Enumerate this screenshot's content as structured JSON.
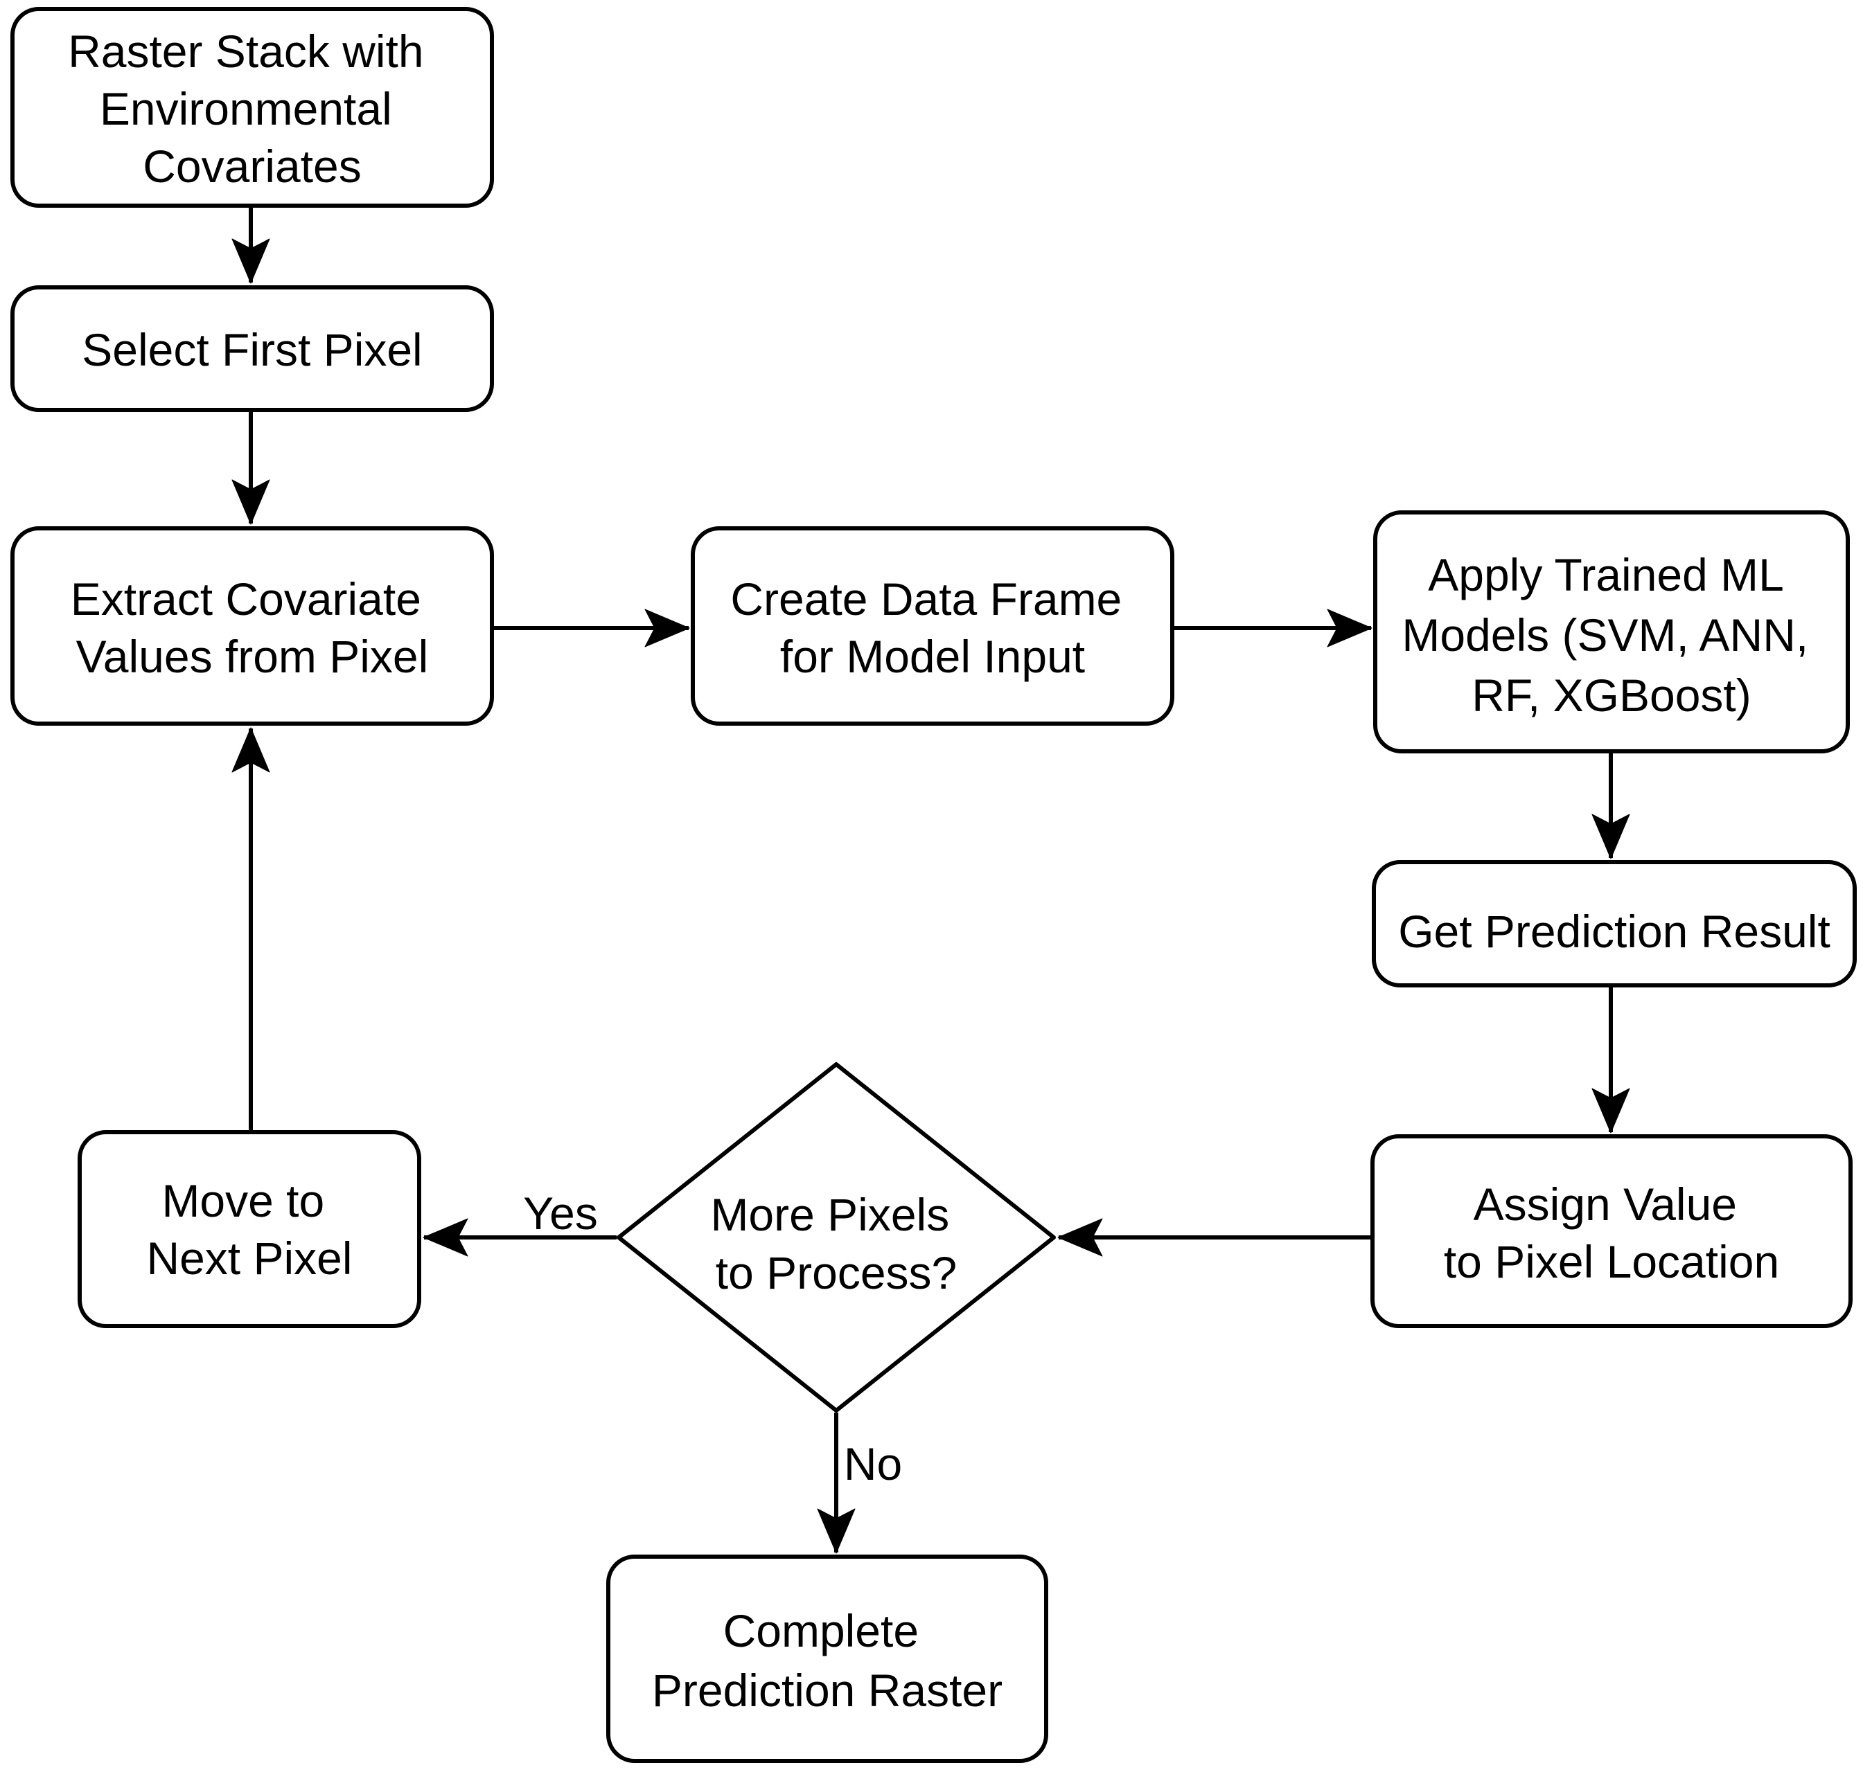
{
  "figure": {
    "type": "flowchart",
    "background_color": "#ffffff",
    "stroke_color": "#000000",
    "text_color": "#000000"
  },
  "nodes": [
    {
      "id": "raster-stack",
      "shape": "rounded-rect",
      "lines": [
        "Raster Stack with",
        "Environmental",
        "Covariates"
      ]
    },
    {
      "id": "select-first-pixel",
      "shape": "rounded-rect",
      "lines": [
        "Select First Pixel"
      ]
    },
    {
      "id": "extract-covariates",
      "shape": "rounded-rect",
      "lines": [
        "Extract Covariate",
        "Values from Pixel"
      ]
    },
    {
      "id": "create-data-frame",
      "shape": "rounded-rect",
      "lines": [
        "Create Data Frame",
        "for Model Input"
      ]
    },
    {
      "id": "apply-ml-models",
      "shape": "rounded-rect",
      "lines": [
        "Apply Trained ML",
        "Models (SVM, ANN,",
        "RF, XGBoost)"
      ]
    },
    {
      "id": "get-prediction-result",
      "shape": "rounded-rect",
      "lines": [
        "Get Prediction Result"
      ]
    },
    {
      "id": "assign-value",
      "shape": "rounded-rect",
      "lines": [
        "Assign Value",
        "to Pixel Location"
      ]
    },
    {
      "id": "more-pixels-decision",
      "shape": "diamond",
      "lines": [
        "More Pixels",
        "to Process?"
      ]
    },
    {
      "id": "move-next-pixel",
      "shape": "rounded-rect",
      "lines": [
        "Move to",
        "Next Pixel"
      ]
    },
    {
      "id": "complete-raster",
      "shape": "rounded-rect",
      "lines": [
        "Complete",
        "Prediction Raster"
      ]
    }
  ],
  "edges": [
    {
      "from": "raster-stack",
      "to": "select-first-pixel",
      "label": ""
    },
    {
      "from": "select-first-pixel",
      "to": "extract-covariates",
      "label": ""
    },
    {
      "from": "extract-covariates",
      "to": "create-data-frame",
      "label": ""
    },
    {
      "from": "create-data-frame",
      "to": "apply-ml-models",
      "label": ""
    },
    {
      "from": "apply-ml-models",
      "to": "get-prediction-result",
      "label": ""
    },
    {
      "from": "get-prediction-result",
      "to": "assign-value",
      "label": ""
    },
    {
      "from": "assign-value",
      "to": "more-pixels-decision",
      "label": ""
    },
    {
      "from": "more-pixels-decision",
      "to": "move-next-pixel",
      "label": "Yes"
    },
    {
      "from": "move-next-pixel",
      "to": "extract-covariates",
      "label": ""
    },
    {
      "from": "more-pixels-decision",
      "to": "complete-raster",
      "label": "No"
    }
  ]
}
